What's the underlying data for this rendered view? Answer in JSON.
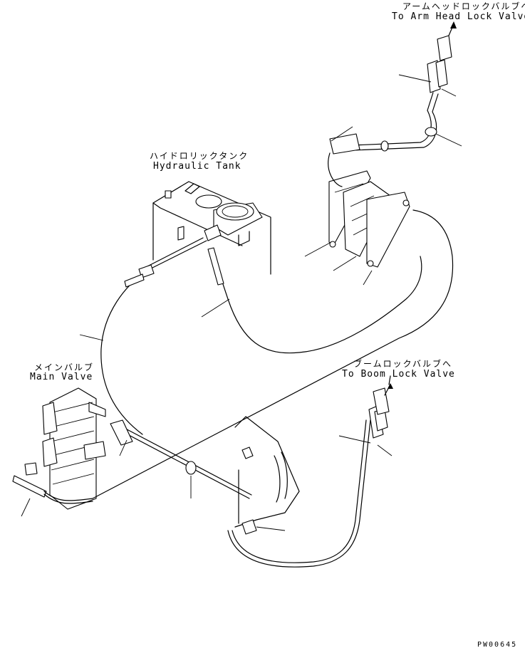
{
  "labels": {
    "arm_head_lock_jp": "アームヘッドロックバルブへ",
    "arm_head_lock_en": "To Arm Head Lock Valve",
    "hydraulic_tank_jp": "ハイドロリックタンク",
    "hydraulic_tank_en": "Hydraulic Tank",
    "main_valve_jp": "メインバルブ",
    "main_valve_en": "Main Valve",
    "boom_lock_jp": "ブームロックバルブへ",
    "boom_lock_en": "To Boom Lock Valve",
    "drawing_code": "PW00645"
  }
}
